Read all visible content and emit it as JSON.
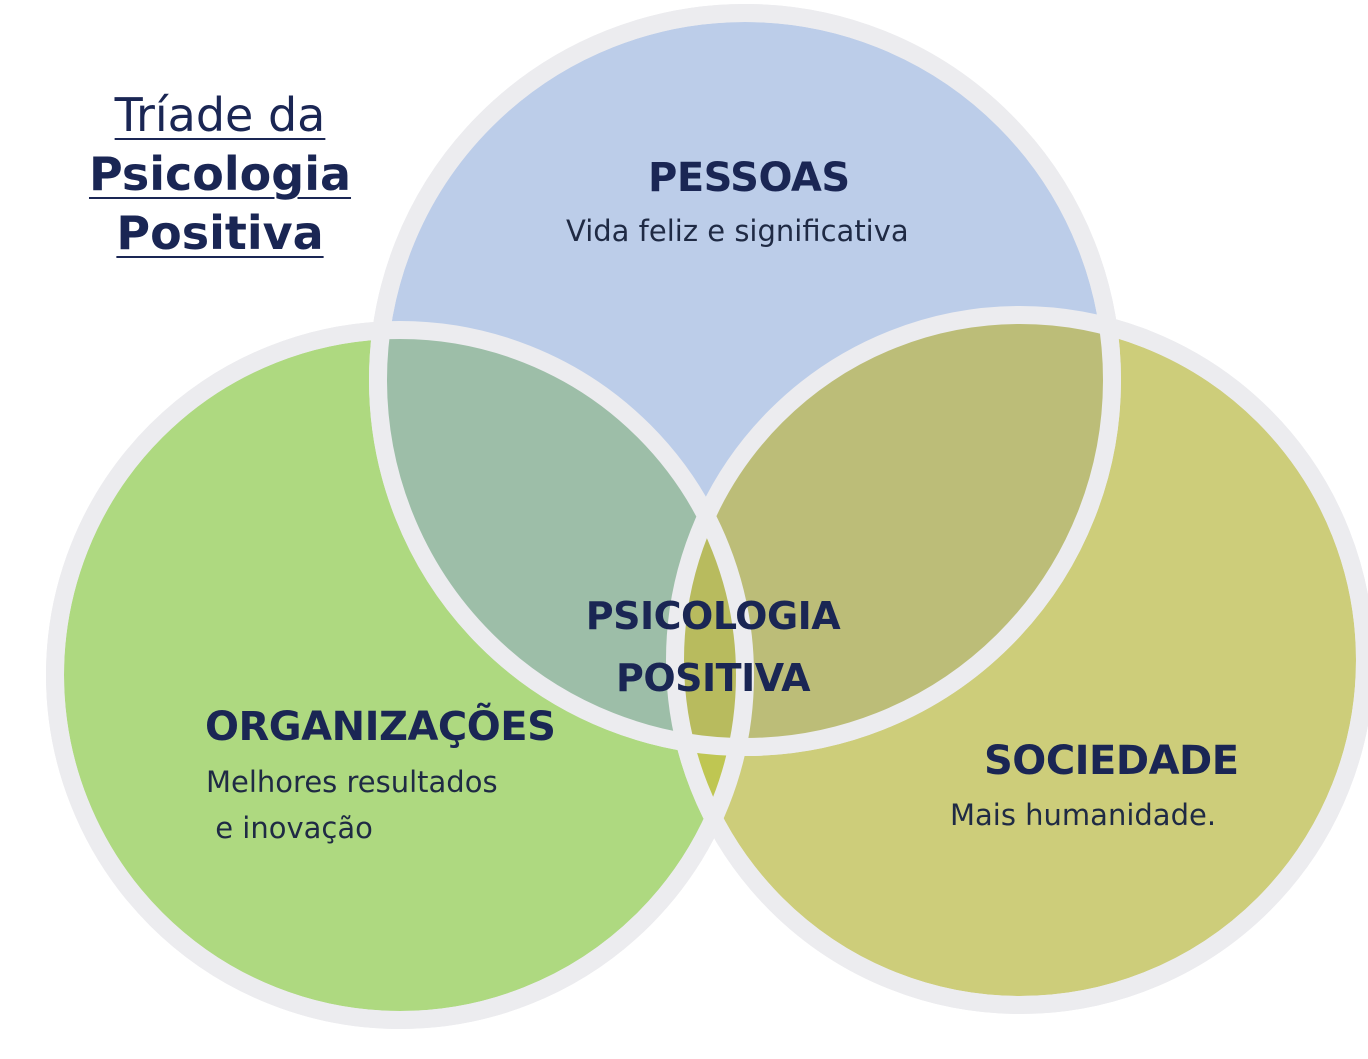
{
  "title": {
    "line1": "Tríade da",
    "line2": "Psicologia",
    "line3": "Positiva"
  },
  "circles": {
    "pessoas": {
      "heading": "PESSOAS",
      "subtitle": "Vida feliz e significativa",
      "color": "#bccde9"
    },
    "organizacoes": {
      "heading": "ORGANIZAÇÕES",
      "subtitle_line1": "Melhores resultados",
      "subtitle_line2": " e inovação",
      "color": "#aed980"
    },
    "sociedade": {
      "heading": "SOCIEDADE",
      "subtitle": "Mais humanidade.",
      "color": "#cdcd7a"
    }
  },
  "center": {
    "line1": "PSICOLOGIA",
    "line2": "POSITIVA"
  },
  "colors": {
    "text": "#1a2654",
    "circle_border": "#ececef",
    "overlap_pessoas_organizacoes": "#9dbea8",
    "overlap_pessoas_sociedade": "#bcbd78",
    "overlap_all": "#b8bb5e",
    "overlap_organizacoes_sociedade": "#bfc652"
  }
}
